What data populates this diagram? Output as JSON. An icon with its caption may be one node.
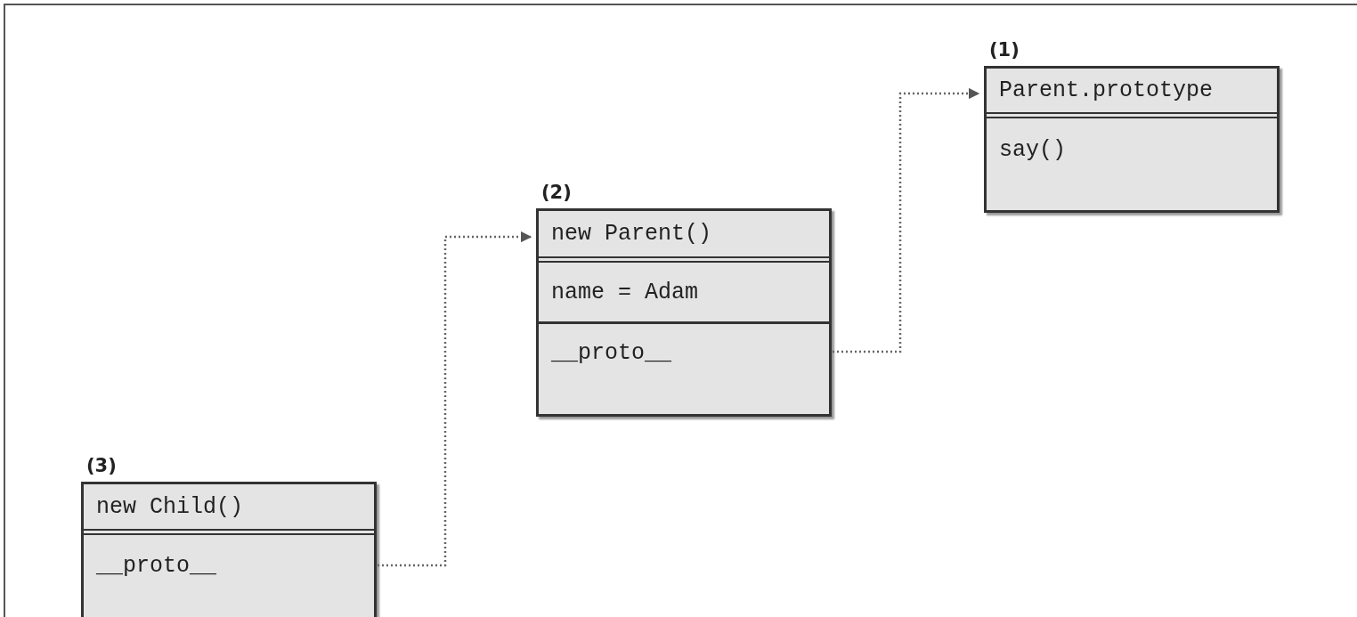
{
  "diagram": {
    "nodes": [
      {
        "text": [
          "(1)"
        ]
      },
      {
        "text": [
          "Parent.prototype"
        ],
        "in": 0
      },
      {
        "text": [
          "say()"
        ],
        "in": 0
      },
      {
        "text": [
          "(2)"
        ]
      },
      {
        "text": [
          "new Parent()"
        ],
        "in": 3
      },
      {
        "text": [
          "name = Adam"
        ],
        "in": 3
      },
      {
        "text": [
          "__proto__"
        ],
        "in": 3
      },
      {
        "text": [
          "(3)"
        ]
      },
      {
        "text": [
          "new Child()"
        ],
        "in": 7
      },
      {
        "text": [
          "__proto__"
        ],
        "in": 7
      }
    ],
    "edges": [
      {
        "from": 6,
        "to": 0,
        "arrow": "to",
        "style": "dashed"
      },
      {
        "from": 9,
        "to": 3,
        "arrow": "to",
        "style": "dashed"
      }
    ]
  }
}
